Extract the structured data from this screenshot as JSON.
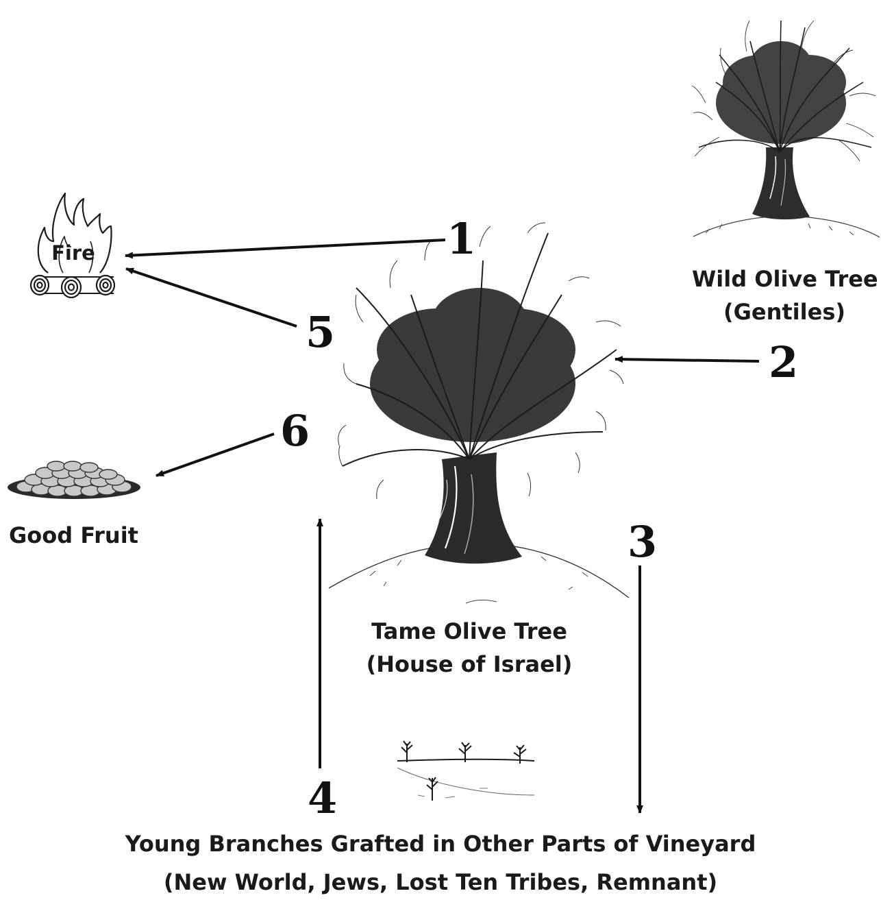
{
  "fire": {
    "label": "Fire"
  },
  "good_fruit": {
    "label": "Good Fruit"
  },
  "wild_tree": {
    "name": "Wild Olive Tree",
    "subtitle": "(Gentiles)"
  },
  "tame_tree": {
    "name": "Tame Olive Tree",
    "subtitle": "(House of Israel)"
  },
  "young_branches": {
    "title": "Young Branches Grafted in Other Parts of Vineyard",
    "subtitle": "(New World, Jews, Lost Ten Tribes, Remnant)"
  },
  "steps": [
    "1",
    "2",
    "3",
    "4",
    "5",
    "6"
  ],
  "colors": {
    "ink": "#1a1a1a",
    "fruit": "#c8c8c8",
    "dish": "#2a2a2a"
  },
  "icons": [
    "fire-icon",
    "fruit-dish-icon",
    "wild-olive-tree-icon",
    "tame-olive-tree-icon",
    "young-trees-icon"
  ]
}
